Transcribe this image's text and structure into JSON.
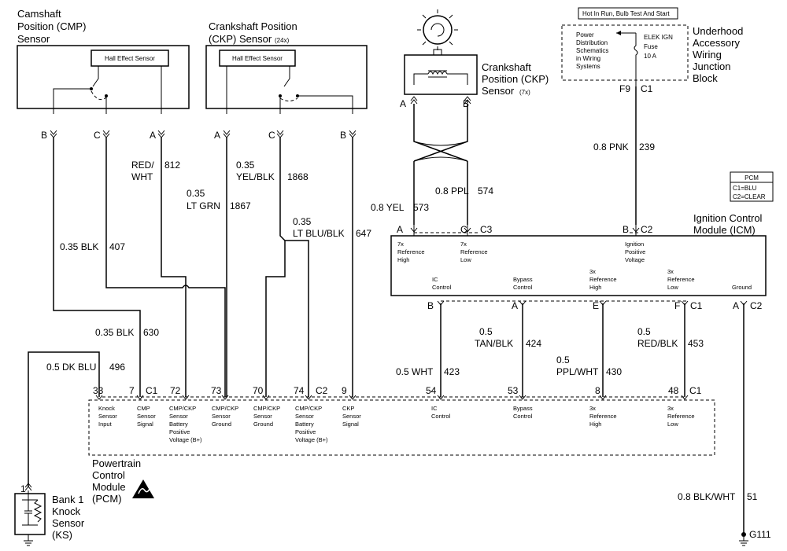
{
  "cmp_sensor": {
    "title_lines": [
      "Camshaft",
      "Position (CMP)",
      "Sensor"
    ],
    "hall": "Hall Effect Sensor",
    "pins": [
      "B",
      "C",
      "A"
    ]
  },
  "ckp24_sensor": {
    "title_lines": [
      "Crankshaft Position",
      "(CKP) Sensor"
    ],
    "title_suffix": "(24x)",
    "hall": "Hall Effect Sensor",
    "pins": [
      "A",
      "C",
      "B"
    ]
  },
  "ckp7_sensor": {
    "title_lines": [
      "Crankshaft",
      "Position (CKP)",
      "Sensor"
    ],
    "title_suffix": "(7x)",
    "pins": [
      "A",
      "B"
    ]
  },
  "junction_block": {
    "header": "Hot In Run, Bulb Test And Start",
    "pd_lines": [
      "Power",
      "Distribution",
      "Schematics",
      "in Wiring",
      "Systems"
    ],
    "fuse_lines": [
      "ELEK IGN",
      "Fuse",
      "10 A"
    ],
    "title_lines": [
      "Underhood",
      "Accessory",
      "Wiring",
      "Junction",
      "Block"
    ],
    "pin": "F9",
    "conn": "C1"
  },
  "pcm_legend": {
    "title": "PCM",
    "lines": [
      "C1=BLU",
      "C2=CLEAR"
    ]
  },
  "wires": {
    "w812": [
      "RED/",
      "WHT",
      "812"
    ],
    "w1868": [
      "0.35",
      "YEL/BLK",
      "1868"
    ],
    "w1867": [
      "0.35",
      "LT GRN",
      "1867"
    ],
    "w647": [
      "0.35",
      "LT BLU/BLK",
      "647"
    ],
    "w407": [
      "0.35 BLK",
      "407"
    ],
    "w630": [
      "0.35 BLK",
      "630"
    ],
    "w496": [
      "0.5 DK BLU",
      "496"
    ],
    "w574": [
      "0.8 PPL",
      "574"
    ],
    "w573": [
      "0.8 YEL",
      "573"
    ],
    "w239": [
      "0.8 PNK",
      "239"
    ],
    "w424": [
      "0.5",
      "TAN/BLK",
      "424"
    ],
    "w453": [
      "0.5",
      "RED/BLK",
      "453"
    ],
    "w430": [
      "0.5",
      "PPL/WHT",
      "430"
    ],
    "w423": [
      "0.5 WHT",
      "423"
    ],
    "w51": [
      "0.8 BLK/WHT",
      "51"
    ]
  },
  "icm": {
    "title_lines": [
      "Ignition Control",
      "Module (ICM)"
    ],
    "top_pins": [
      "A",
      "C",
      "C3",
      "B",
      "C2"
    ],
    "top_labels": [
      [
        "7x",
        "Reference",
        "High"
      ],
      [
        "7x",
        "Reference",
        "Low"
      ],
      [
        "Ignition",
        "Positive",
        "Voltage"
      ]
    ],
    "bottom_labels": [
      [
        "IC",
        "Control"
      ],
      [
        "Bypass",
        "Control"
      ],
      [
        "3x",
        "Reference",
        "High"
      ],
      [
        "3x",
        "Reference",
        "Low"
      ],
      [
        "Ground"
      ]
    ],
    "bottom_pins": [
      "B",
      "A",
      "E",
      "F",
      "C1",
      "A",
      "C2"
    ]
  },
  "pcm": {
    "pins": [
      "33",
      "7",
      "C1",
      "72",
      "73",
      "70",
      "74",
      "C2",
      "9",
      "54",
      "53",
      "8",
      "48",
      "C1"
    ],
    "labels": [
      [
        "Knock",
        "Sensor",
        "Input"
      ],
      [
        "CMP",
        "Sensor",
        "Signal"
      ],
      [
        "CMP/CKP",
        "Sensor",
        "Battery",
        "Positive",
        "Voltage (B+)"
      ],
      [
        "CMP/CKP",
        "Sensor",
        "Ground"
      ],
      [
        "CMP/CKP",
        "Sensor",
        "Ground"
      ],
      [
        "CMP/CKP",
        "Sensor",
        "Battery",
        "Positive",
        "Voltage (B+)"
      ],
      [
        "CKP",
        "Sensor",
        "Signal"
      ],
      [
        "IC",
        "Control"
      ],
      [
        "Bypass",
        "Control"
      ],
      [
        "3x",
        "Reference",
        "High"
      ],
      [
        "3x",
        "Reference",
        "Low"
      ]
    ],
    "title_lines": [
      "Powertrain",
      "Control",
      "Module",
      "(PCM)"
    ]
  },
  "knock_sensor": {
    "pin": "1",
    "title_lines": [
      "Bank 1",
      "Knock",
      "Sensor",
      "(KS)"
    ]
  },
  "ground": {
    "label": "G111"
  }
}
